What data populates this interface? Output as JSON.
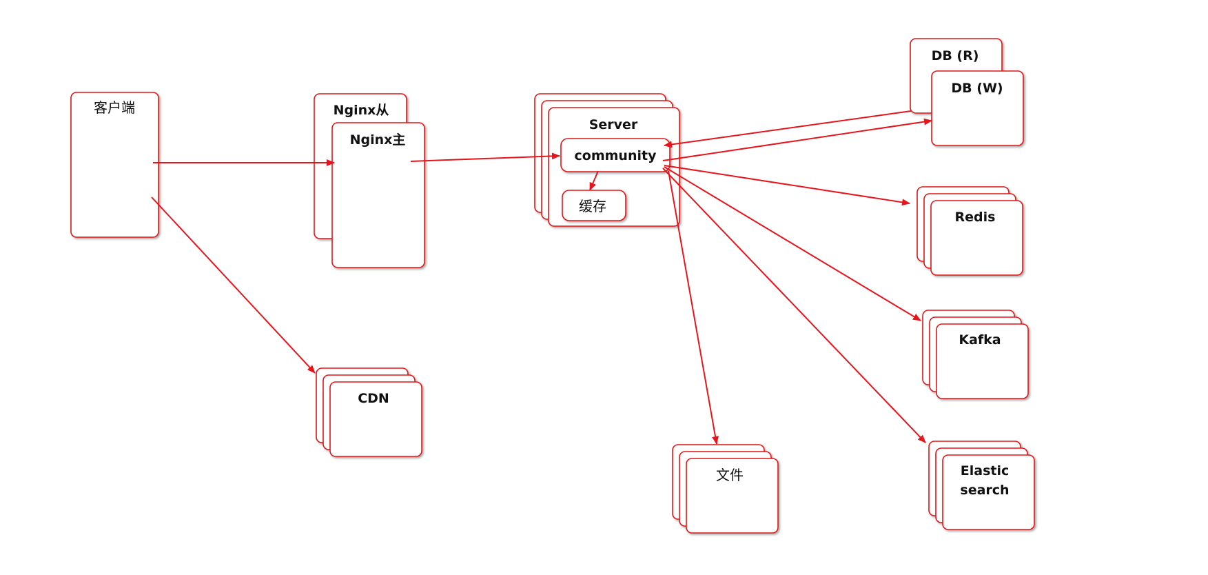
{
  "diagram": {
    "nodes": {
      "client": "客户端",
      "nginx_slave": "Nginx从",
      "nginx_master": "Nginx主",
      "server": "Server",
      "community": "community",
      "cache": "缓存",
      "db_read": "DB (R)",
      "db_write": "DB (W)",
      "redis": "Redis",
      "kafka": "Kafka",
      "elastic_line1": "Elastic",
      "elastic_line2": "search",
      "files": "文件",
      "cdn": "CDN"
    },
    "edges": [
      {
        "from": "客户端",
        "to": "Nginx主"
      },
      {
        "from": "客户端",
        "to": "CDN"
      },
      {
        "from": "Nginx主",
        "to": "community"
      },
      {
        "from": "community",
        "to": "缓存"
      },
      {
        "from": "DB (R)",
        "to": "community"
      },
      {
        "from": "community",
        "to": "DB (W)"
      },
      {
        "from": "community",
        "to": "Redis"
      },
      {
        "from": "community",
        "to": "Kafka"
      },
      {
        "from": "community",
        "to": "Elastic search"
      },
      {
        "from": "community",
        "to": "文件"
      }
    ],
    "colors": {
      "border": "#e11414",
      "arrow": "#e8141c",
      "text": "#111111",
      "background": "#ffffff"
    }
  }
}
